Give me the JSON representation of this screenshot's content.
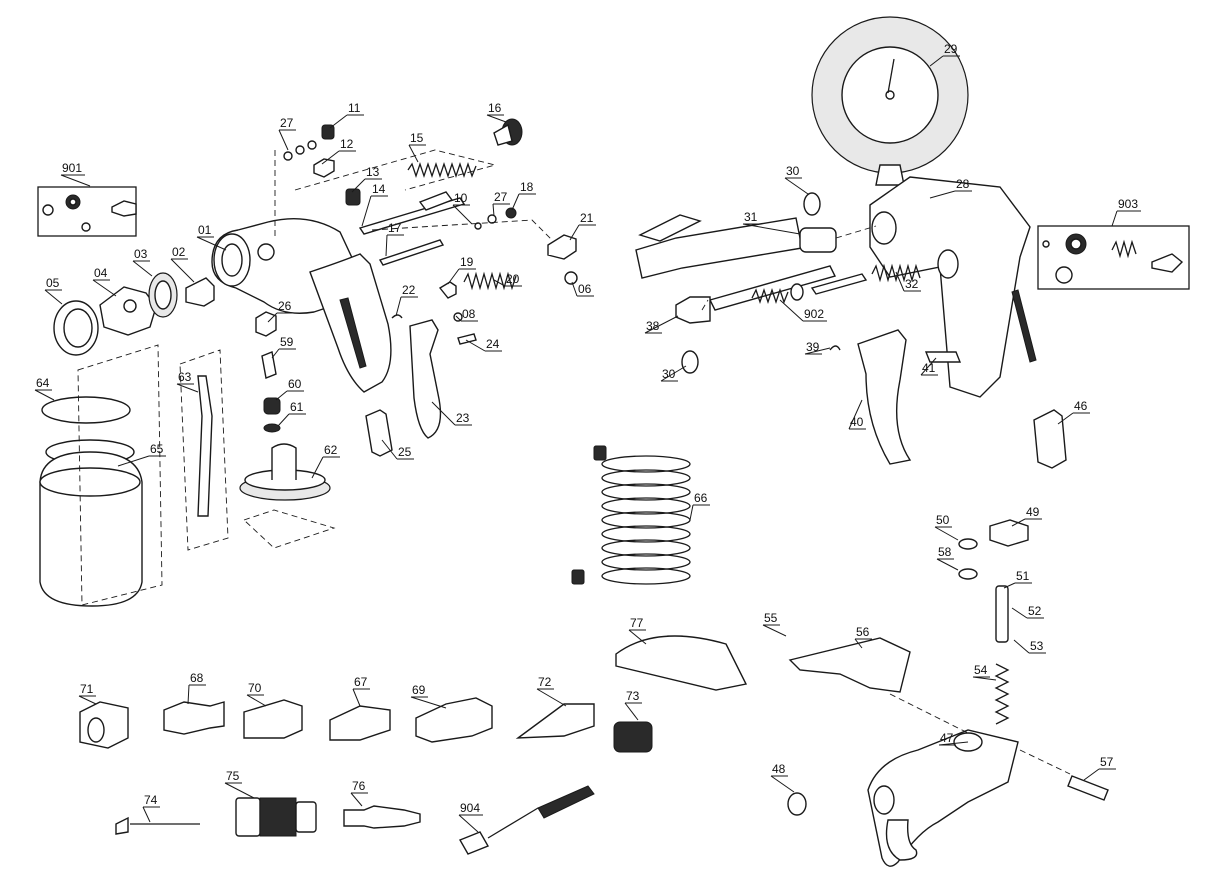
{
  "diagram": {
    "title": "",
    "labels": [
      "01",
      "02",
      "03",
      "04",
      "05",
      "06",
      "08",
      "10",
      "11",
      "12",
      "13",
      "14",
      "15",
      "16",
      "17",
      "18",
      "19",
      "20",
      "21",
      "22",
      "23",
      "24",
      "25",
      "26",
      "27",
      "27b",
      "28",
      "29",
      "30",
      "30b",
      "31",
      "32",
      "38",
      "39",
      "40",
      "41",
      "46",
      "47",
      "48",
      "49",
      "50",
      "51",
      "52",
      "53",
      "54",
      "55",
      "56",
      "57",
      "58",
      "59",
      "60",
      "61",
      "62",
      "63",
      "64",
      "65",
      "66",
      "67",
      "68",
      "69",
      "70",
      "71",
      "72",
      "73",
      "74",
      "75",
      "76",
      "77",
      "901",
      "902",
      "903",
      "904"
    ],
    "text": {
      "01": "01",
      "02": "02",
      "03": "03",
      "04": "04",
      "05": "05",
      "06": "06",
      "08": "08",
      "10": "10",
      "11": "11",
      "12": "12",
      "13": "13",
      "14": "14",
      "15": "15",
      "16": "16",
      "17": "17",
      "18": "18",
      "19": "19",
      "20": "20",
      "21": "21",
      "22": "22",
      "23": "23",
      "24": "24",
      "25": "25",
      "26": "26",
      "27": "27",
      "27b": "27",
      "28": "28",
      "29": "29",
      "30": "30",
      "30b": "30",
      "31": "31",
      "32": "32",
      "38": "38",
      "39": "39",
      "40": "40",
      "41": "41",
      "46": "46",
      "47": "47",
      "48": "48",
      "49": "49",
      "50": "50",
      "51": "51",
      "52": "52",
      "53": "53",
      "54": "54",
      "55": "55",
      "56": "56",
      "57": "57",
      "58": "58",
      "59": "59",
      "60": "60",
      "61": "61",
      "62": "62",
      "63": "63",
      "64": "64",
      "65": "65",
      "66": "66",
      "67": "67",
      "68": "68",
      "69": "69",
      "70": "70",
      "71": "71",
      "72": "72",
      "73": "73",
      "74": "74",
      "75": "75",
      "76": "76",
      "77": "77",
      "901": "901",
      "902": "902",
      "903": "903",
      "904": "904"
    }
  }
}
